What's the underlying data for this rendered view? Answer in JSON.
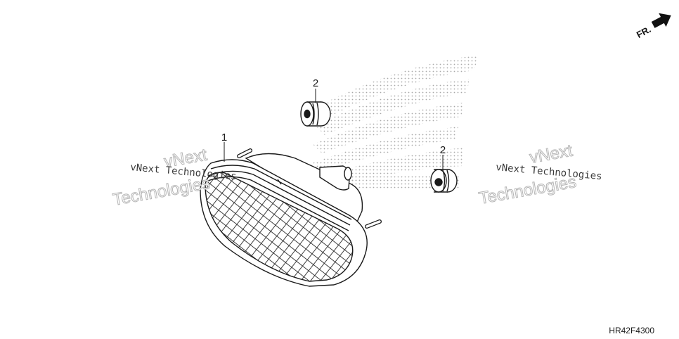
{
  "diagram": {
    "callouts": [
      {
        "id": "lamp",
        "label": "1"
      },
      {
        "id": "grommet-top",
        "label": "2"
      },
      {
        "id": "grommet-right",
        "label": "2"
      }
    ],
    "direction_label": "FR.",
    "drawing_code": "HR42F4300",
    "watermark": {
      "line1": "vNext",
      "line2": "Technologies",
      "small": "vNext Technologies"
    },
    "colors": {
      "line": "#1a1a1a",
      "dot_logo": "#9a9a9a",
      "watermark_outline": "#b5b5b5"
    }
  }
}
